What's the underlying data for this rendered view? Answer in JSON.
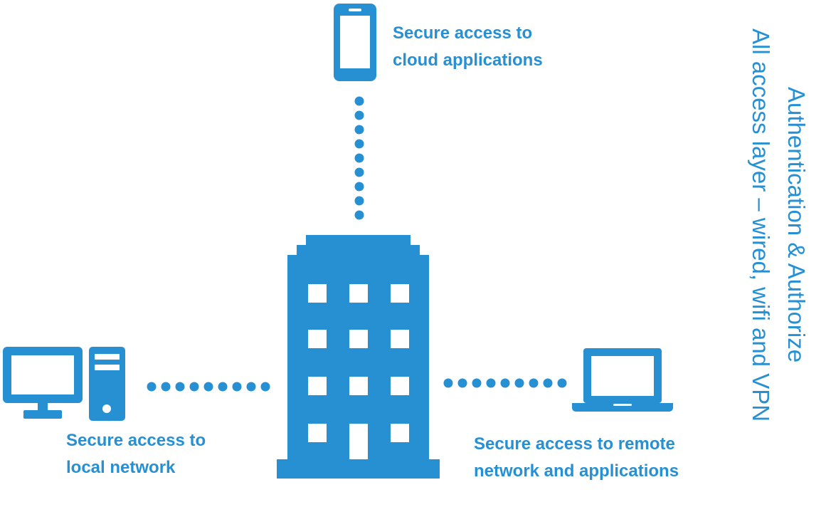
{
  "colors": {
    "primary": "#2690d3",
    "background": "#ffffff"
  },
  "icons": {
    "phone": "smartphone-icon",
    "building": "office-building-icon",
    "desktop": "desktop-computer-icon",
    "laptop": "laptop-icon"
  },
  "labels": {
    "cloud": [
      "Secure access to",
      "cloud applications"
    ],
    "local": [
      "Secure access to",
      "local network"
    ],
    "remote": [
      "Secure access to remote",
      "network and applications"
    ]
  },
  "side_text": {
    "line1": "Authentication & Authorize",
    "line2": "All access layer – wired, wifi and VPN"
  }
}
